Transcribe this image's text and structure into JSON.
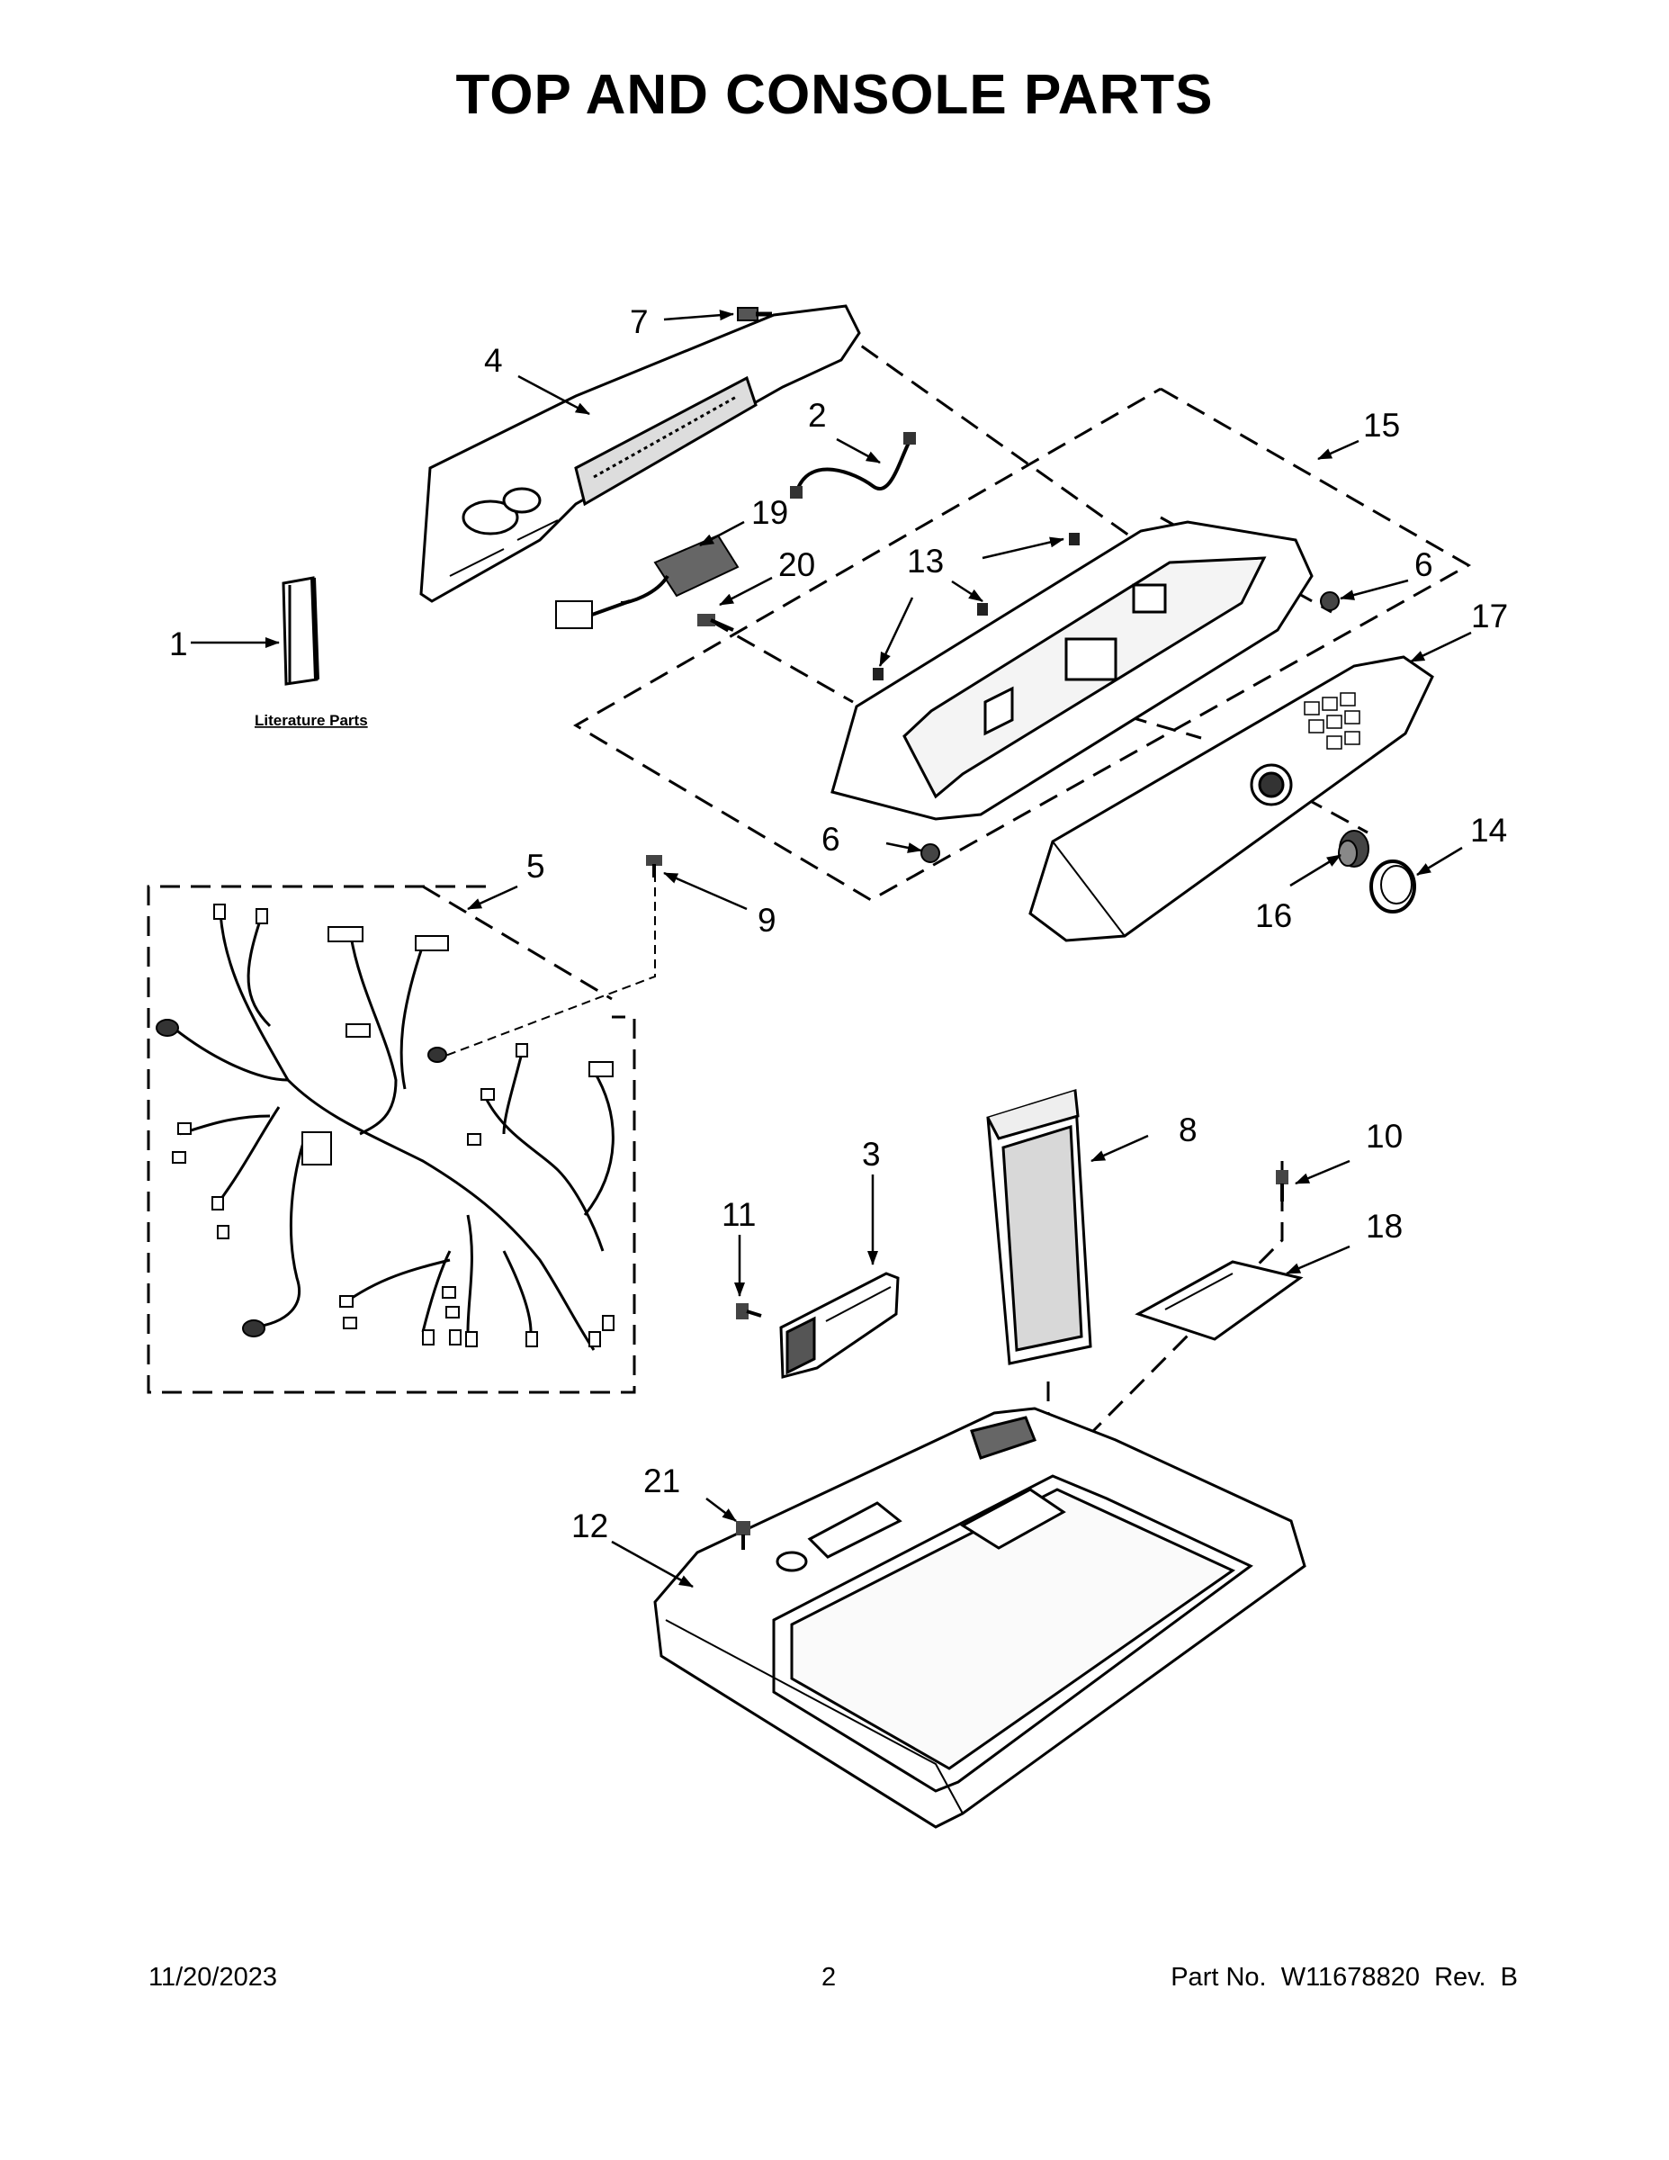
{
  "title": "TOP AND CONSOLE PARTS",
  "literature_label": "Literature Parts",
  "callouts": {
    "c1": "1",
    "c2": "2",
    "c3": "3",
    "c4": "4",
    "c5": "5",
    "c6a": "6",
    "c6b": "6",
    "c7": "7",
    "c8": "8",
    "c9": "9",
    "c10": "10",
    "c11": "11",
    "c12": "12",
    "c13": "13",
    "c14": "14",
    "c15": "15",
    "c16": "16",
    "c17": "17",
    "c18": "18",
    "c19": "19",
    "c20": "20",
    "c21": "21"
  },
  "footer": {
    "date": "11/20/2023",
    "page": "2",
    "part": "Part No.  W11678820  Rev.  B"
  }
}
